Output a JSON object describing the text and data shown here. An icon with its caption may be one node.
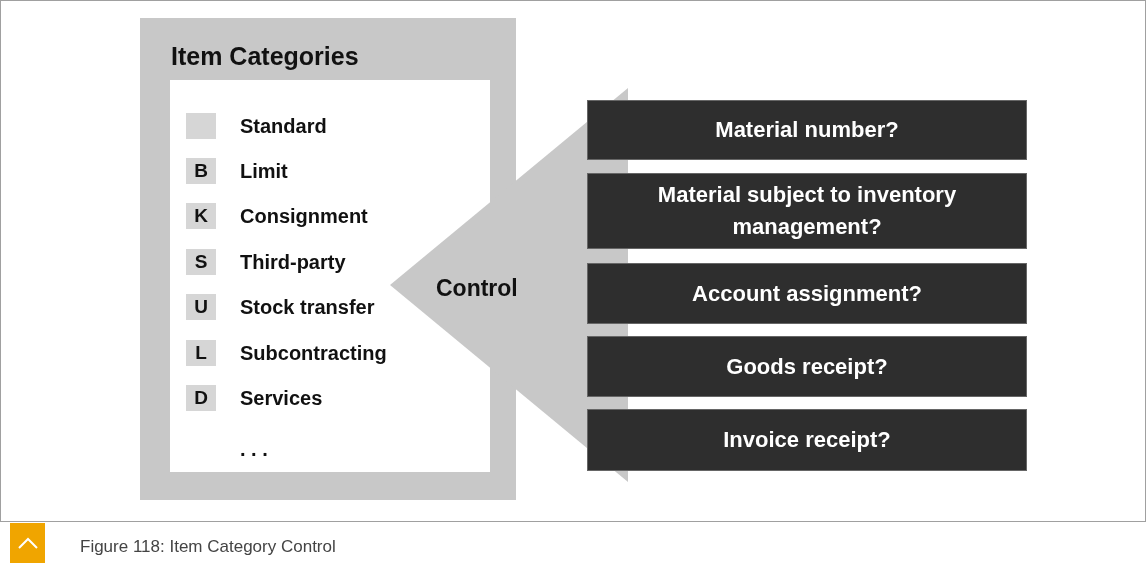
{
  "diagram": {
    "caption": "Figure 118: Item Category Control",
    "nodes": [
      {
        "text": [
          "Item Categories"
        ]
      },
      {
        "text": [
          "Control"
        ]
      },
      {
        "text": [
          "Material number?"
        ]
      },
      {
        "text": [
          "Material subject to inventory management?"
        ]
      },
      {
        "text": [
          "Account assignment?"
        ]
      },
      {
        "text": [
          "Goods receipt?"
        ]
      },
      {
        "text": [
          "Invoice receipt?"
        ]
      }
    ],
    "labels": [
      "Standard",
      "B",
      "Limit",
      "K",
      "Consignment",
      "S",
      "Third-party",
      "U",
      "Stock transfer",
      "L",
      "Subcontracting",
      "D",
      "Services",
      ". . ."
    ]
  }
}
